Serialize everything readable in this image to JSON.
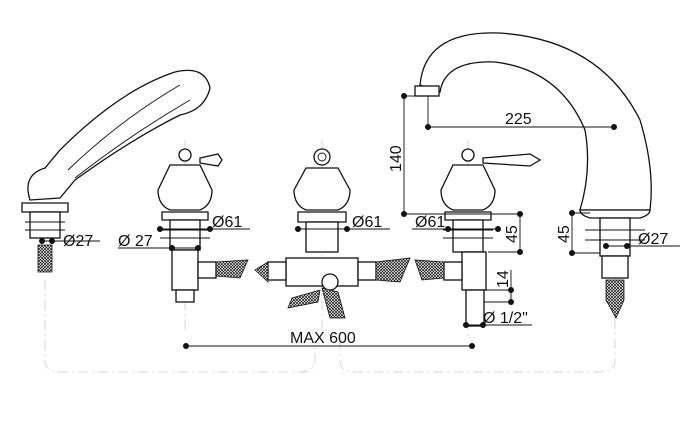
{
  "drawing": {
    "labels": {
      "handshower_diameter": "Ø27",
      "cold_valve_diameter": "Ø 27",
      "cold_handle_diameter": "Ø61",
      "diverter_diameter": "Ø61",
      "hot_handle_diameter": "Ø61",
      "hot_valve_height": "45",
      "thread_length": "14",
      "thread_size": "Ø 1/2\"",
      "spout_height": "140",
      "spout_reach": "225",
      "spout_base_height": "45",
      "spout_base_diameter": "Ø27",
      "max_spacing": "MAX 600"
    }
  }
}
